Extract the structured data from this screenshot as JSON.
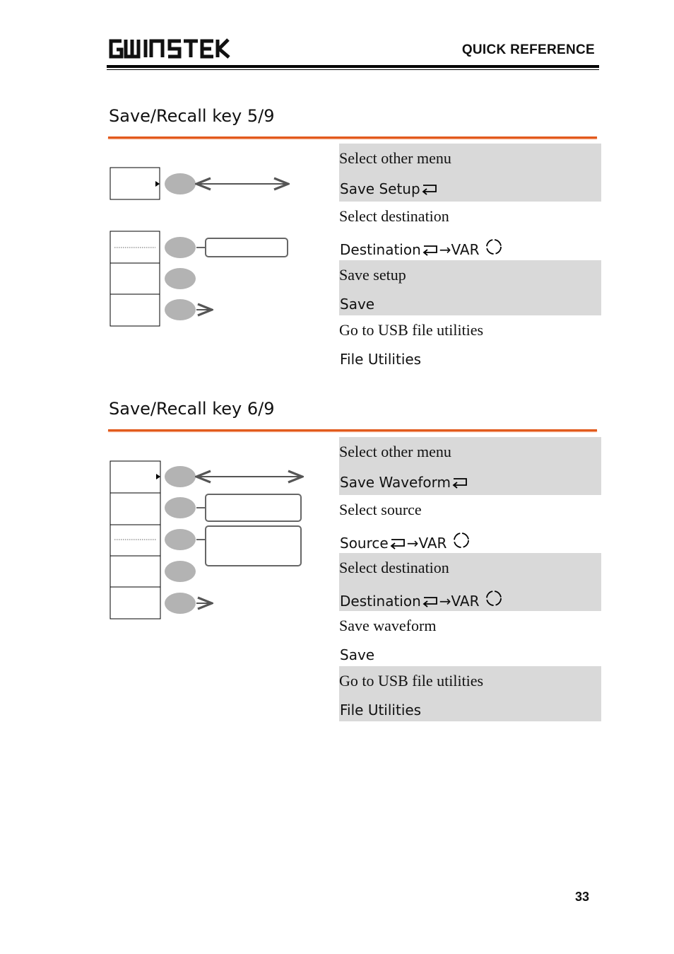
{
  "header": {
    "logo_text": "GW INSTEK",
    "title": "QUICK REFERENCE"
  },
  "sections": [
    {
      "title": "Save/Recall key 5/9",
      "rows": [
        {
          "description": "Select other menu",
          "key": "Save Setup",
          "return_icon": true,
          "var_icon": false,
          "shaded": true
        },
        {
          "description": "Select destination",
          "key": "Destination",
          "return_icon": true,
          "var_icon": true,
          "var_text": "→VAR",
          "shaded": false
        },
        {
          "description": "Save setup",
          "key": "Save",
          "return_icon": false,
          "var_icon": false,
          "shaded": true
        },
        {
          "description": "Go to USB file utilities",
          "key": "File Utilities",
          "return_icon": false,
          "var_icon": false,
          "shaded": false
        }
      ]
    },
    {
      "title": "Save/Recall key 6/9",
      "rows": [
        {
          "description": "Select other menu",
          "key": "Save Waveform",
          "return_icon": true,
          "var_icon": false,
          "shaded": true
        },
        {
          "description": "Select source",
          "key": "Source",
          "return_icon": true,
          "var_icon": true,
          "var_text": "→VAR",
          "shaded": false
        },
        {
          "description": "Select destination",
          "key": "Destination",
          "return_icon": true,
          "var_icon": true,
          "var_text": "→VAR",
          "shaded": true
        },
        {
          "description": "Save waveform",
          "key": "Save",
          "return_icon": false,
          "var_icon": false,
          "shaded": false
        },
        {
          "description": "Go to USB file utilities",
          "key": "File Utilities",
          "return_icon": false,
          "var_icon": false,
          "shaded": true
        }
      ]
    }
  ],
  "page_number": "33",
  "colors": {
    "accent_rule": "#e25a1c",
    "shade": "#d9d9d9",
    "button_gray": "#b3b3b3"
  },
  "icons": [
    "return-arrow-icon",
    "var-knob-icon",
    "double-arrow-icon",
    "right-arrow-icon",
    "triangle-marker-icon"
  ]
}
